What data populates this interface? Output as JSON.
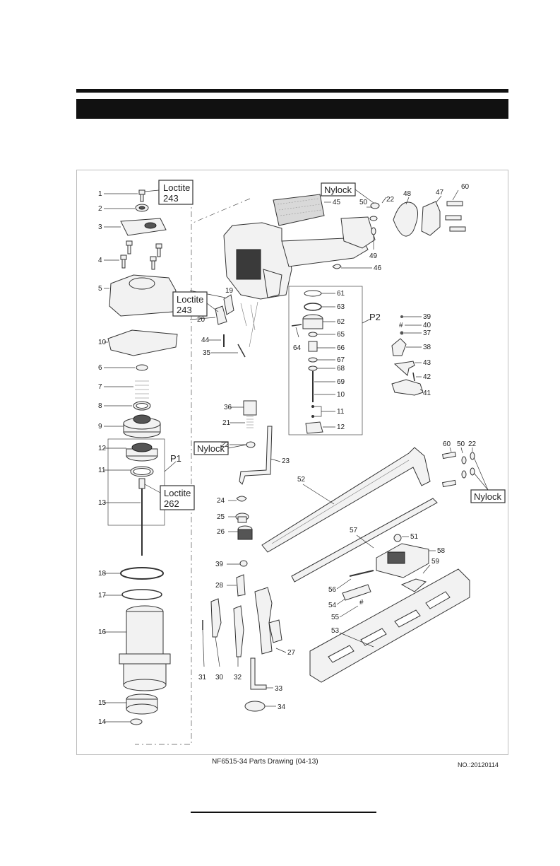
{
  "drawing": {
    "caption": "NF6515-34 Parts Drawing (04-13)",
    "doc_number": "NO.:20120114",
    "group_labels": [
      "P1",
      "P2"
    ],
    "callouts": {
      "loctite_243_a": [
        "Loctite",
        "243"
      ],
      "loctite_243_b": [
        "Loctite",
        "243"
      ],
      "loctite_262": [
        "Loctite",
        "262"
      ],
      "nylock_top": "Nylock",
      "nylock_mid": "Nylock",
      "nylock_right": "Nylock"
    },
    "part_numbers": {
      "left": [
        "1",
        "2",
        "3",
        "4",
        "5",
        "10",
        "6",
        "7",
        "8",
        "9",
        "12",
        "11",
        "13",
        "18",
        "17",
        "16",
        "15",
        "14"
      ],
      "middle": [
        "19",
        "20",
        "44",
        "35",
        "36",
        "21",
        "22",
        "23",
        "24",
        "25",
        "26",
        "39",
        "28",
        "27",
        "31",
        "30",
        "32",
        "33",
        "34"
      ],
      "p2": [
        "61",
        "63",
        "62",
        "65",
        "64",
        "66",
        "67",
        "68",
        "69",
        "10",
        "11",
        "12"
      ],
      "right_top": [
        "45",
        "50",
        "22",
        "49",
        "48",
        "47",
        "60",
        "46"
      ],
      "right_small": [
        "39",
        "40",
        "37",
        "38",
        "43",
        "42",
        "41"
      ],
      "right_lower": [
        "60",
        "50",
        "22",
        "52",
        "57",
        "51",
        "58",
        "59",
        "56",
        "54",
        "55",
        "53"
      ]
    }
  }
}
